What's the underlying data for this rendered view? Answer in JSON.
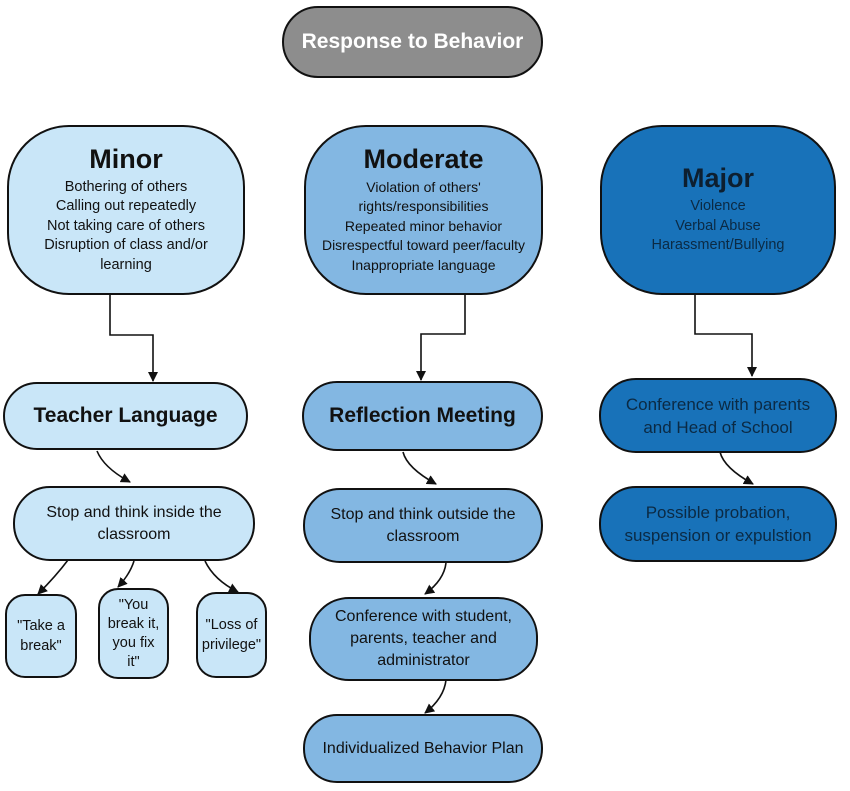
{
  "title": "Response to Behavior",
  "columns": {
    "minor": {
      "title": "Minor",
      "behaviors": [
        "Bothering of others",
        "Calling out repeatedly",
        "Not taking care of others",
        "Disruption of class and/or",
        "learning"
      ],
      "response": "Teacher Language",
      "step": [
        "Stop and think inside the",
        "classroom"
      ],
      "options": [
        [
          "\"Take a",
          "break\""
        ],
        [
          "\"You",
          "break it,",
          "you fix",
          "it\""
        ],
        [
          "\"Loss of",
          "privilege\""
        ]
      ]
    },
    "moderate": {
      "title": "Moderate",
      "behaviors": [
        "Violation of others'",
        "rights/responsibilities",
        "Repeated minor behavior",
        "Disrespectful toward peer/faculty",
        "Inappropriate language"
      ],
      "response": "Reflection Meeting",
      "step": [
        "Stop and think outside the",
        "classroom"
      ],
      "conference": [
        "Conference with student,",
        "parents, teacher and",
        "administrator"
      ],
      "plan": "Individualized Behavior Plan"
    },
    "major": {
      "title": "Major",
      "behaviors": [
        "Violence",
        "Verbal Abuse",
        "Harassment/Bullying"
      ],
      "response": [
        "Conference with parents",
        "and Head of School"
      ],
      "outcome": [
        "Possible probation,",
        "suspension or expulstion"
      ]
    }
  },
  "colors": {
    "title_node": "#8d8d8d",
    "minor": "#c9e6f8",
    "moderate": "#83b7e2",
    "major": "#1872b9",
    "border": "#111111"
  }
}
